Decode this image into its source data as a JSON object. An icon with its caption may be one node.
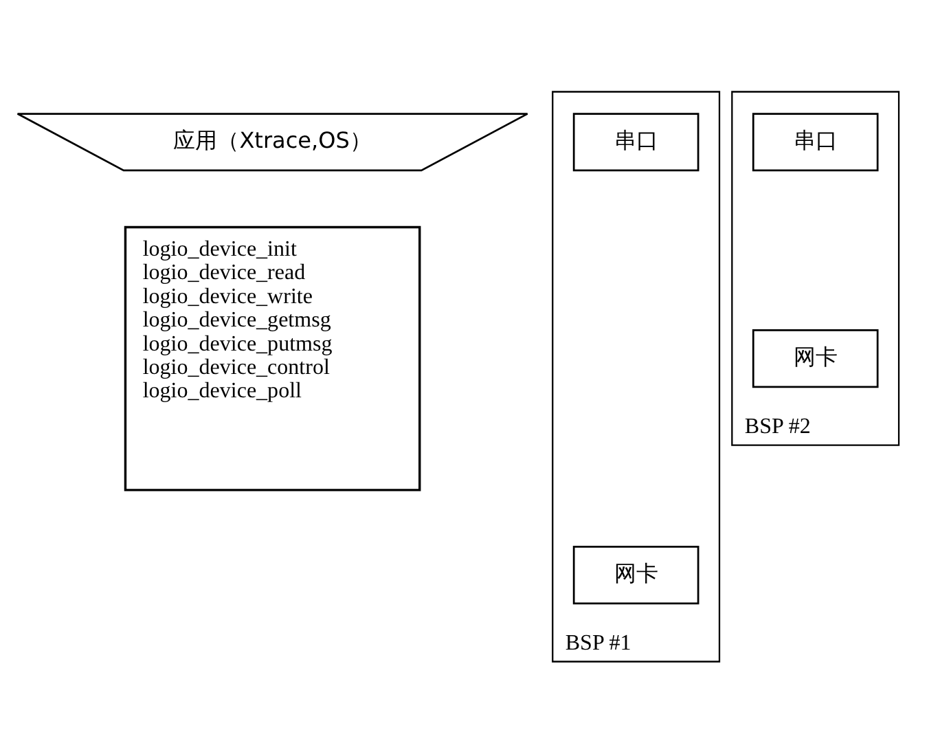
{
  "diagram": {
    "nodes": [
      {
        "text": [
          "应用（Xtrace,OS）"
        ]
      },
      {
        "text": [
          "logio_device_init",
          "logio_device_read",
          "logio_device_write",
          "logio_device_getmsg",
          "logio_device_putmsg",
          "logio_device_control",
          "logio_device_poll"
        ]
      },
      {
        "text": [
          "BSP #1"
        ]
      },
      {
        "text": [
          "网卡"
        ],
        "in": 2
      },
      {
        "text": [
          "串口"
        ],
        "in": 2
      },
      {
        "text": [
          "BSP #2"
        ]
      },
      {
        "text": [
          "网卡"
        ],
        "in": 5
      },
      {
        "text": [
          "串口"
        ],
        "in": 5
      }
    ],
    "edges": []
  }
}
